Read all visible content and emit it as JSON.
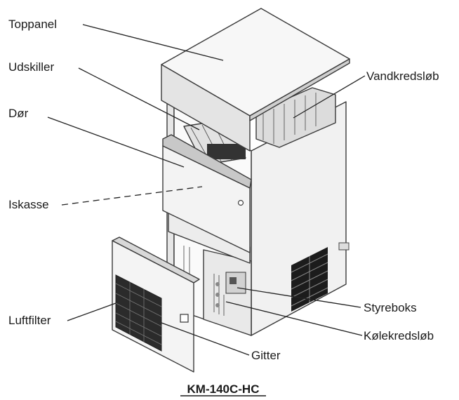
{
  "diagram": {
    "labels": {
      "toppanel": "Toppanel",
      "udskiller": "Udskiller",
      "dor": "Dør",
      "iskasse": "Iskasse",
      "luftfilter": "Luftfilter",
      "vandkredslob": "Vandkredsløb",
      "styreboks": "Styreboks",
      "kolekredslob": "Kølekredsløb",
      "gitter": "Gitter"
    },
    "model": "KM-140C-HC"
  }
}
